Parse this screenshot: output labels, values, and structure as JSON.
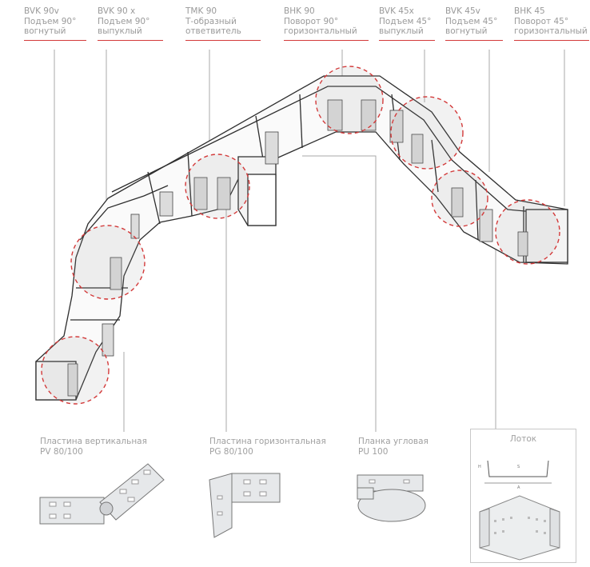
{
  "top_labels": [
    {
      "code": "BVK 90v",
      "line1": "Подъем 90°",
      "line2": "вогнутый"
    },
    {
      "code": "BVK 90 x",
      "line1": "Подъем 90°",
      "line2": "выпуклый"
    },
    {
      "code": "TMK 90",
      "line1": "Т-образный",
      "line2": "ответвитель"
    },
    {
      "code": "BHK 90",
      "line1": "Поворот 90°",
      "line2": "горизонтальный"
    },
    {
      "code": "BVK 45x",
      "line1": "Подъем 45°",
      "line2": "выпуклый"
    },
    {
      "code": "BVK 45v",
      "line1": "Подъем 45°",
      "line2": "вогнутый"
    },
    {
      "code": "BHK 45",
      "line1": "Поворот 45°",
      "line2": "горизонтальный"
    }
  ],
  "bottom_labels": [
    {
      "name": "Пластина вертикальная",
      "code": "PV 80/100"
    },
    {
      "name": "Пластина горизонтальная",
      "code": "PG 80/100"
    },
    {
      "name": "Планка угловая",
      "code": "PU 100"
    }
  ],
  "lotok": {
    "title": "Лоток",
    "dim_h": "H",
    "dim_s": "S",
    "dim_a": "A"
  },
  "colors": {
    "accent": "#d33a3a",
    "line": "#333333",
    "label": "#9a9a9a",
    "tray_fill": "#ececec"
  }
}
